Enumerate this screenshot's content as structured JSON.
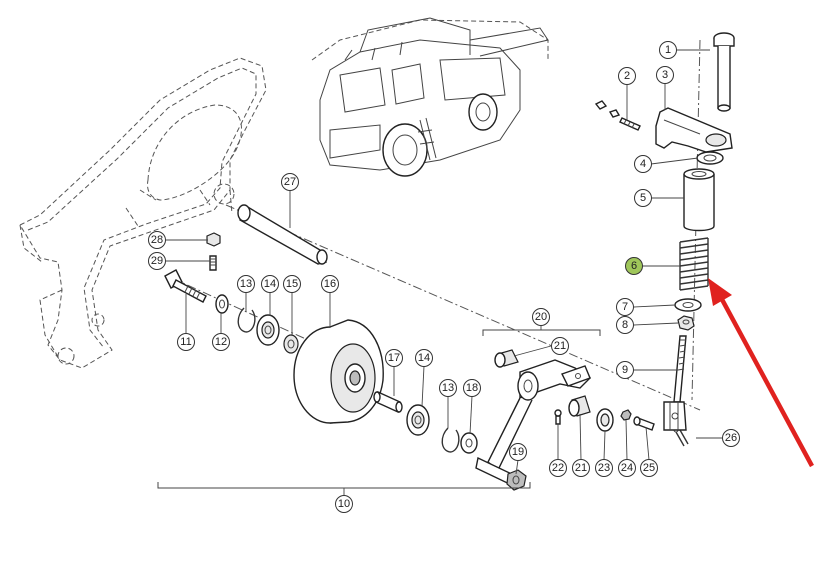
{
  "diagram": {
    "highlighted_callout": "6",
    "highlight_color": "#9fc65a",
    "arrow_color": "#e0221f",
    "callouts": [
      {
        "id": "c1",
        "label": "1"
      },
      {
        "id": "c2",
        "label": "2"
      },
      {
        "id": "c3",
        "label": "3"
      },
      {
        "id": "c4",
        "label": "4"
      },
      {
        "id": "c5",
        "label": "5"
      },
      {
        "id": "c6",
        "label": "6"
      },
      {
        "id": "c7",
        "label": "7"
      },
      {
        "id": "c8",
        "label": "8"
      },
      {
        "id": "c9",
        "label": "9"
      },
      {
        "id": "c10",
        "label": "10"
      },
      {
        "id": "c11",
        "label": "11"
      },
      {
        "id": "c12",
        "label": "12"
      },
      {
        "id": "c13a",
        "label": "13"
      },
      {
        "id": "c13b",
        "label": "13"
      },
      {
        "id": "c14a",
        "label": "14"
      },
      {
        "id": "c14b",
        "label": "14"
      },
      {
        "id": "c15",
        "label": "15"
      },
      {
        "id": "c16",
        "label": "16"
      },
      {
        "id": "c17",
        "label": "17"
      },
      {
        "id": "c18",
        "label": "18"
      },
      {
        "id": "c19",
        "label": "19"
      },
      {
        "id": "c20",
        "label": "20"
      },
      {
        "id": "c21a",
        "label": "21"
      },
      {
        "id": "c21b",
        "label": "21"
      },
      {
        "id": "c22",
        "label": "22"
      },
      {
        "id": "c23",
        "label": "23"
      },
      {
        "id": "c24",
        "label": "24"
      },
      {
        "id": "c25",
        "label": "25"
      },
      {
        "id": "c26",
        "label": "26"
      },
      {
        "id": "c27",
        "label": "27"
      },
      {
        "id": "c28",
        "label": "28"
      },
      {
        "id": "c29",
        "label": "29"
      }
    ]
  }
}
